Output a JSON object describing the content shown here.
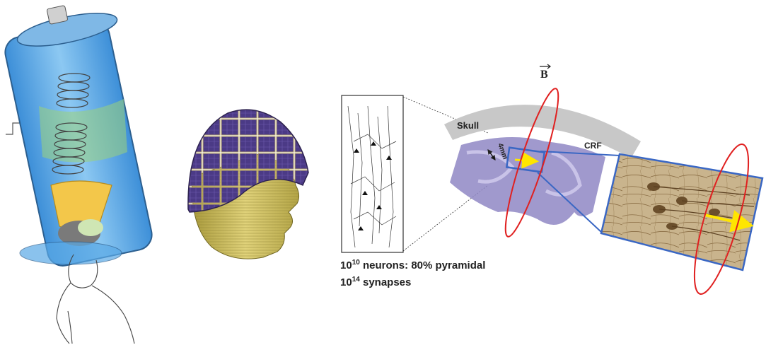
{
  "labels": {
    "b_field": "B",
    "skull": "Skull",
    "thickness": "4mm",
    "crf": "CRF"
  },
  "caption": {
    "line1_base": "10",
    "line1_exp": "10",
    "line1_text": " neurons: 80% pyramidal",
    "line2_base": "10",
    "line2_exp": "14",
    "line2_text": " synapses"
  },
  "colors": {
    "coil_ring": "#e02020",
    "arrow": "#ffe600",
    "zoom_box": "#3a67c4",
    "skull": "#c8c8c8",
    "cortex": "#8f87c4",
    "helmet": "#4a3a7a",
    "head": "#c9b85a",
    "battery": "#5aa9e6"
  }
}
